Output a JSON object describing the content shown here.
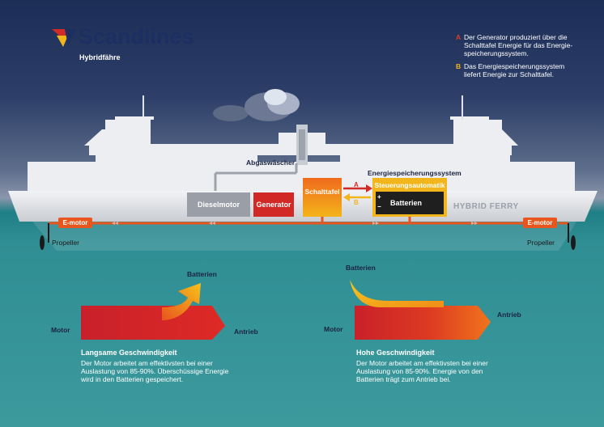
{
  "brand": {
    "name": "Scandlines",
    "subtitle": "Hybridfähre"
  },
  "legend": {
    "a_letter": "A",
    "a_text": "Der Generator produziert über die Schalttafel Energie für das Energie-speicherungssystem.",
    "b_letter": "B",
    "b_text": "Das Energiespeicherungssystem liefert Energie zur Schalttafel."
  },
  "ship": {
    "name": "HYBRID FERRY",
    "abgaswaescher": "Abgaswäscher",
    "dieselmotor": "Dieselmotor",
    "generator": "Generator",
    "schalttafel": "Schalttafel",
    "ess_title": "Energiespeicherungssystem",
    "steuerungsautomatik": "Steuerungsautomatik",
    "batterien": "Batterien",
    "plus": "+",
    "minus": "−",
    "arrow_a": "A",
    "arrow_b": "B",
    "emotor_left": "E-motor",
    "emotor_right": "E-motor",
    "propeller_left": "Propeller",
    "propeller_right": "Propeller"
  },
  "slow": {
    "batterien": "Batterien",
    "motor": "Motor",
    "antrieb": "Antrieb",
    "title": "Langsame Geschwindigkeit",
    "text": "Der Motor arbeitet am effektivsten bei einer Auslastung von 85-90%. Überschüssige Energie wird in den Batterien gespeichert."
  },
  "fast": {
    "batterien": "Batterien",
    "motor": "Motor",
    "antrieb": "Antrieb",
    "title": "Hohe Geschwindigkeit",
    "text": "Der Motor arbeitet am effektivsten bei einer Auslastung von 85-90%. Energie von den Batterien trägt zum Antrieb bei."
  },
  "colors": {
    "navy": "#1c2d56",
    "sea": "#2f8e93",
    "red": "#d22a26",
    "orange": "#f07a1e",
    "yellow": "#f2b51c"
  }
}
